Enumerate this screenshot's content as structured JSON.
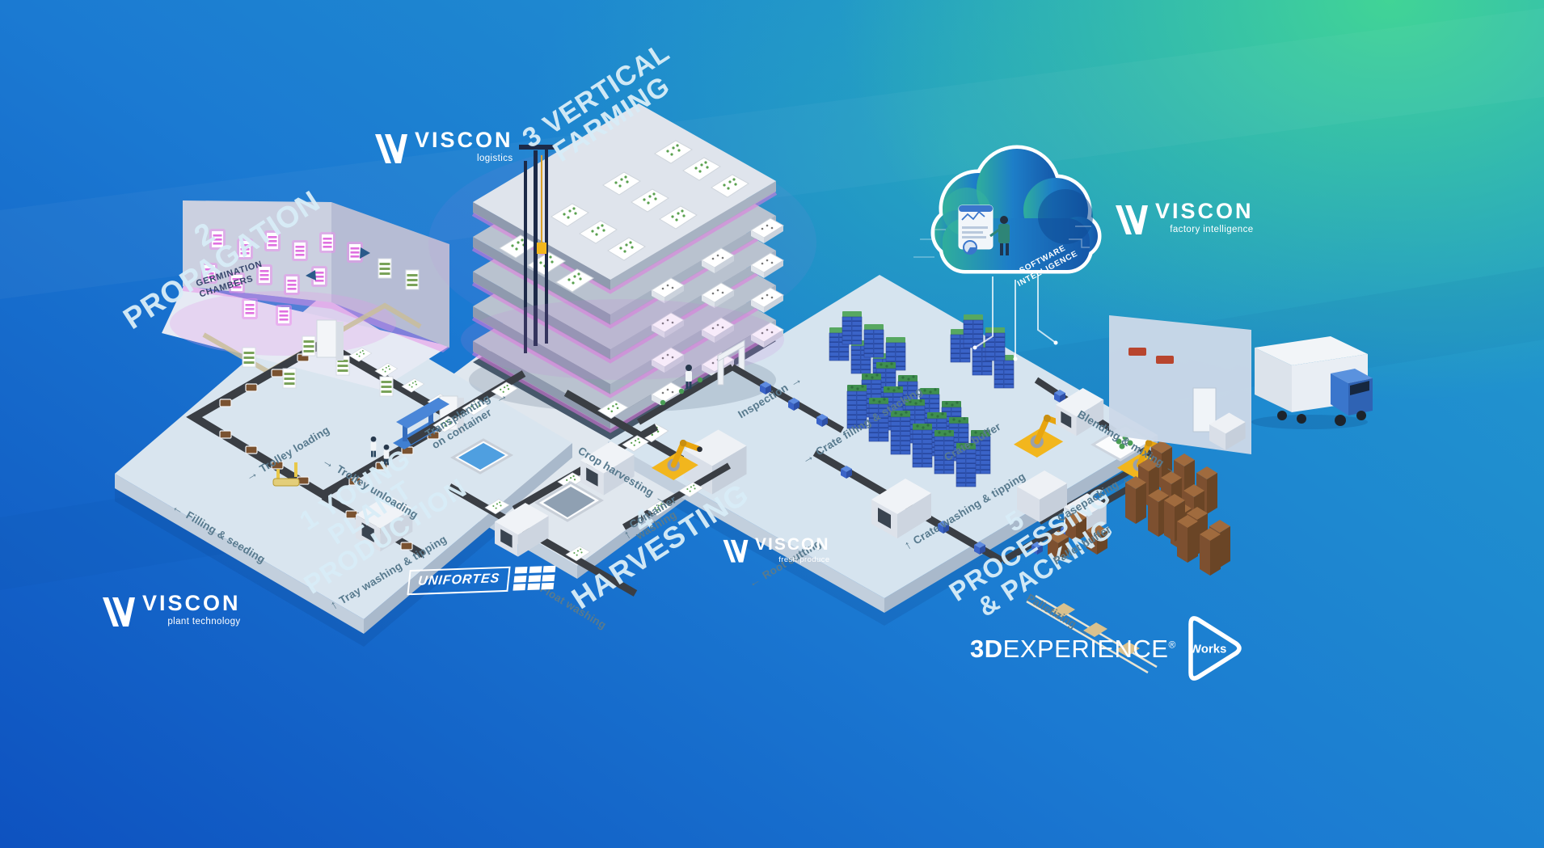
{
  "titles": {
    "young_plant_production": "1 YOUNG\nPLANT\nPRODUCTION",
    "propagation": "2 PROPAGATION",
    "vertical_farming": "3 VERTICAL\nFARMING",
    "harvesting": "4 HARVESTING",
    "processing_packing": "5 PROCESSING\n& PACKING"
  },
  "room": {
    "germination_chambers": "GERMINATION\nCHAMBERS"
  },
  "process_labels": {
    "trolley_loading": {
      "before": "→",
      "text": "Trolley loading",
      "after": ""
    },
    "trolley_unloading": {
      "before": "→",
      "text": "Trolley unloading",
      "after": ""
    },
    "filling_seeding": {
      "before": "←",
      "text": "Filling & seeding",
      "after": ""
    },
    "tray_washing_tipping": {
      "before": "↑",
      "text": "Tray washing & tipping",
      "after": ""
    },
    "transplanting": {
      "before": "",
      "text": "Transplanting\non container",
      "after": "→"
    },
    "crop_harvesting": {
      "before": "",
      "text": "Crop harvesting",
      "after": "→"
    },
    "container_washing": {
      "before": "↑",
      "text": "Container\nwashing",
      "after": ""
    },
    "float_washing": {
      "before": "←",
      "text": "Float washing",
      "after": ""
    },
    "root_cutting": {
      "before": "←",
      "text": "Root cutting",
      "after": ""
    },
    "inspection": {
      "before": "",
      "text": "Inspection",
      "after": "→"
    },
    "crate_filling_stacking": {
      "before": "→",
      "text": "Crate filling & stacking",
      "after": ""
    },
    "crate_buffer": {
      "before": "",
      "text": "Crate buffer",
      "after": ""
    },
    "blending_mixing": {
      "before": "",
      "text": "Blending & mixing",
      "after": "→"
    },
    "crate_washing_tipping": {
      "before": "↑",
      "text": "Crate washing & tipping",
      "after": ""
    },
    "casepacking": {
      "before": "",
      "text": "Casepacking",
      "after": "←"
    },
    "pallet_buffer": {
      "before": "",
      "text": "Pallet buffer",
      "after": ""
    },
    "palletizing": {
      "before": "",
      "text": "Palletizing",
      "after": "→"
    }
  },
  "cloud": {
    "label": "SOFTWARE\nINTELLIGENCE"
  },
  "viscon_logos": {
    "logistics": {
      "brand": "VISCON",
      "tagline": "logistics"
    },
    "factory_intelligence": {
      "brand": "VISCON",
      "tagline": "factory intelligence"
    },
    "plant_technology": {
      "brand": "VISCON",
      "tagline": "plant technology"
    },
    "fresh_produce": {
      "brand": "VISCON",
      "tagline": "fresh produce"
    }
  },
  "partner_logos": {
    "unifortes": {
      "text": "UNIFORTES"
    },
    "three_d_experience": {
      "bold": "3D",
      "rest": "EXPERIENCE",
      "registered": "®",
      "works": "Works"
    }
  },
  "colors": {
    "background_blue": "#1a6fd0",
    "background_green": "#3fd49b",
    "platform": "#d8e4ee",
    "glow_magenta": "#e07ae0",
    "crate_blue": "#3f6fd1",
    "crate_top_green": "#57a861",
    "box_brown": "#8a5a33",
    "robot_yellow": "#f2b61d",
    "label_slate": "#587a8e",
    "title_light": "#d6ebf6",
    "cloud_blue": "#1a6cc0",
    "cloud_teal": "#35b39f"
  }
}
